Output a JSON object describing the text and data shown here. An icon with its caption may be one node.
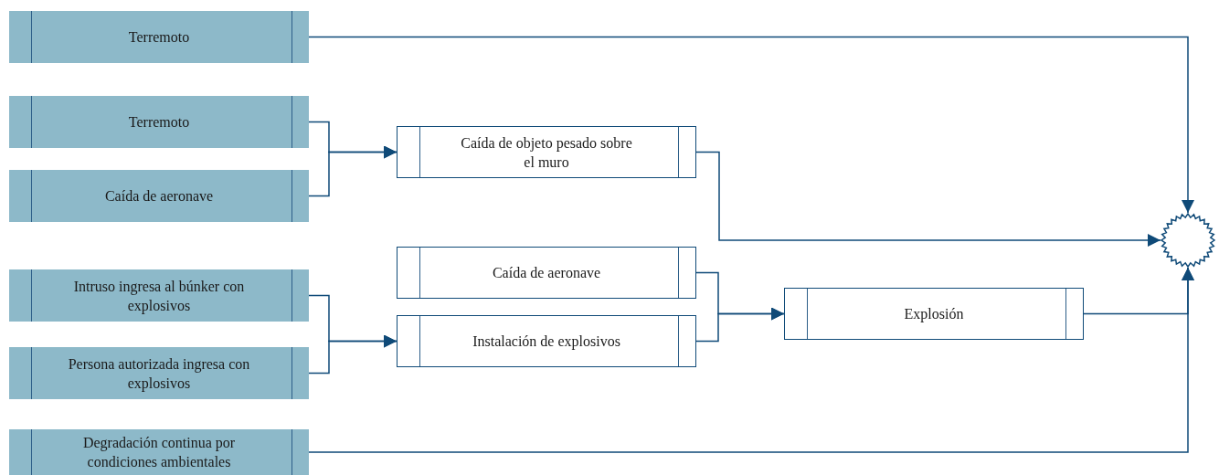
{
  "diagram": {
    "nodes": [
      {
        "text": [
          "Terremoto"
        ]
      },
      {
        "text": [
          "Terremoto"
        ]
      },
      {
        "text": [
          "Caída de aeronave"
        ]
      },
      {
        "text": [
          "Intruso ingresa al búnker con explosivos"
        ]
      },
      {
        "text": [
          "Persona autorizada ingresa con explosivos"
        ]
      },
      {
        "text": [
          "Degradación continua por condiciones ambientales"
        ]
      },
      {
        "text": [
          "Caída de objeto pesado sobre el muro"
        ]
      },
      {
        "text": [
          "Caída de aeronave"
        ]
      },
      {
        "text": [
          "Instalación de explosivos"
        ]
      },
      {
        "text": [
          "Explosión"
        ]
      },
      {
        "text": [],
        "shape": "circle"
      }
    ],
    "edges": [
      {
        "from": 0,
        "to": 10,
        "arrow": "to"
      },
      {
        "from": 1,
        "to": 6,
        "arrow": "to"
      },
      {
        "from": 2,
        "to": 6,
        "arrow": "to"
      },
      {
        "from": 6,
        "to": 10,
        "arrow": "to"
      },
      {
        "from": 3,
        "to": 8,
        "arrow": "to"
      },
      {
        "from": 4,
        "to": 8,
        "arrow": "to"
      },
      {
        "from": 7,
        "to": 9,
        "arrow": "to"
      },
      {
        "from": 8,
        "to": 9,
        "arrow": "to"
      },
      {
        "from": 9,
        "to": 10,
        "arrow": "to"
      },
      {
        "from": 5,
        "to": 10,
        "arrow": "to"
      }
    ]
  }
}
